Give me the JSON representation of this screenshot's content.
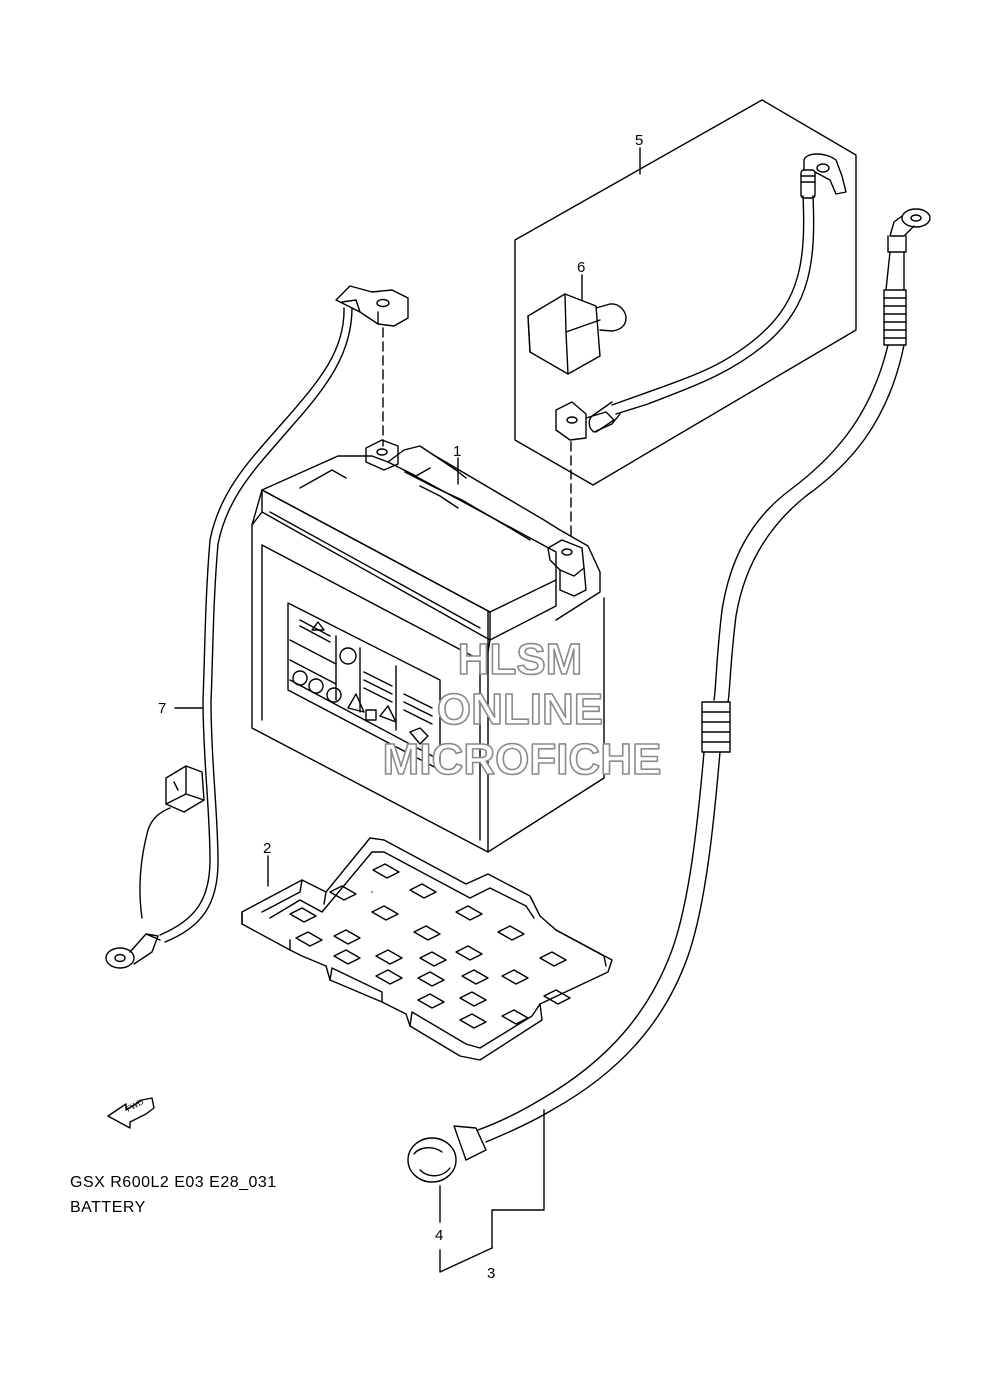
{
  "caption": {
    "model_code": "GSX R600L2 E03 E28_031",
    "title": "BATTERY"
  },
  "callouts": {
    "c1": "1",
    "c2": "2",
    "c3": "3",
    "c4": "4",
    "c5": "5",
    "c6": "6",
    "c7": "7"
  },
  "fwd_label": "FWD",
  "watermark": {
    "line1": "HLSM",
    "line2": "ONLINE",
    "line3": "MICROFICHE"
  },
  "colors": {
    "line": "#000000",
    "watermark_outline": "#8a8a8a"
  }
}
